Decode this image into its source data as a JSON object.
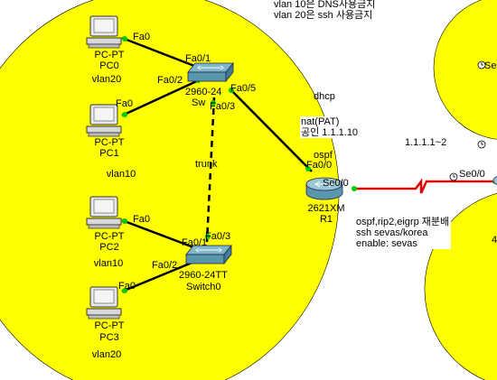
{
  "notes": {
    "top_line1": "vlan 10은 DNS사용금지",
    "top_line2": "vlan 20은 ssh 사용금지",
    "dhcp": "dhcp",
    "nat_line1": "nat(PAT)",
    "nat_line2": "공인 1.1.1.10",
    "ospf": "ospf",
    "routing_line1": "ospf,rip2,eigrp 재분배",
    "routing_line2": "ssh  sevas/korea",
    "routing_line3": "enable: sevas",
    "wan_range": "1.1.1.1~2",
    "trunk": "trunk"
  },
  "devices": {
    "pc0": {
      "type": "PC-PT",
      "name": "PC0",
      "vlan": "vlan20",
      "port": "Fa0"
    },
    "pc1": {
      "type": "PC-PT",
      "name": "PC1",
      "vlan": "vlan10",
      "port": "Fa0"
    },
    "pc2": {
      "type": "PC-PT",
      "name": "PC2",
      "vlan": "vlan10",
      "port": "Fa0"
    },
    "pc3": {
      "type": "PC-PT",
      "name": "PC3",
      "vlan": "vlan20",
      "port": "Fa0"
    },
    "switch_top": {
      "model": "2960-24",
      "name": "Sw",
      "ports": {
        "p1": "Fa0/1",
        "p2": "Fa0/2",
        "p3": "Fa0/3",
        "p5": "Fa0/5"
      }
    },
    "switch0": {
      "model": "2960-24TT",
      "name": "Switch0",
      "ports": {
        "p1": "Fa0/1",
        "p2": "Fa0/2",
        "p3": "Fa0/3"
      }
    },
    "router": {
      "model": "2621XM",
      "name": "R1",
      "ports": {
        "fa": "Fa0/0",
        "se": "Se0/0"
      }
    },
    "remote": {
      "se": "Se0/0",
      "partial_top": "Se",
      "partial_side": "4"
    }
  },
  "colors": {
    "area_fill": "#ffff00",
    "link_ok": "#00cc00",
    "serial_link": "#e00000"
  }
}
